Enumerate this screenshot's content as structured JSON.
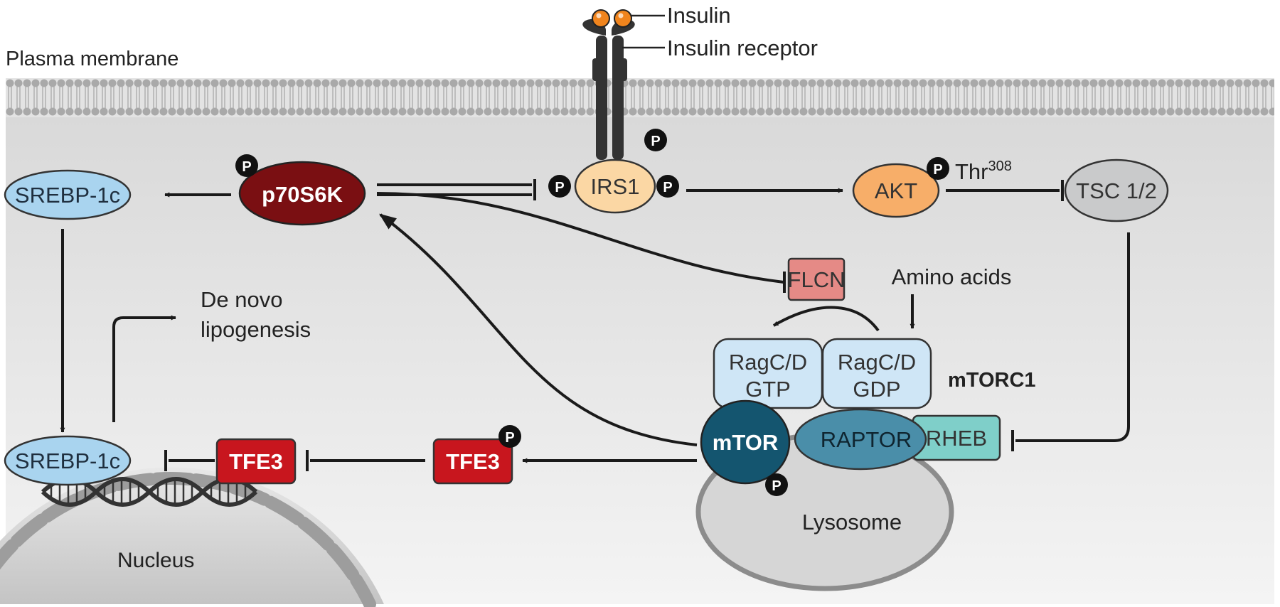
{
  "labels": {
    "plasma_membrane": "Plasma membrane",
    "insulin": "Insulin",
    "insulin_receptor": "Insulin receptor",
    "nucleus": "Nucleus",
    "lysosome": "Lysosome",
    "de_novo_line1": "De novo",
    "de_novo_line2": "lipogenesis",
    "amino_acids": "Amino acids",
    "mtorc1": "mTORC1",
    "thr_main": "Thr",
    "thr_sup": "308",
    "phospho": "P"
  },
  "nodes": {
    "srebp_cyto": "SREBP-1c",
    "srebp_nuc": "SREBP-1c",
    "p70s6k": "p70S6K",
    "irs1": "IRS1",
    "akt": "AKT",
    "tsc": "TSC 1/2",
    "flcn": "FLCN",
    "ragc_gtp_1": "RagC/D",
    "ragc_gtp_2": "GTP",
    "ragc_gdp_1": "RagC/D",
    "ragc_gdp_2": "GDP",
    "mtor": "mTOR",
    "raptor": "RAPTOR",
    "rheb": "RHEB",
    "tfe3_cyto": "TFE3",
    "tfe3_nuc": "TFE3"
  },
  "colors": {
    "srebp": "#a9d4ef",
    "p70s6k": "#7a0f12",
    "irs1": "#fbd7a4",
    "akt": "#f7ae69",
    "tsc": "#c9cacb",
    "flcn": "#e58a86",
    "ragc": "#cfe6f6",
    "mtor": "#14556f",
    "raptor": "#4a8ea9",
    "rheb": "#7fcfc9",
    "tfe3": "#c8161e",
    "insulin": "#f0841d",
    "receptor": "#333333"
  }
}
